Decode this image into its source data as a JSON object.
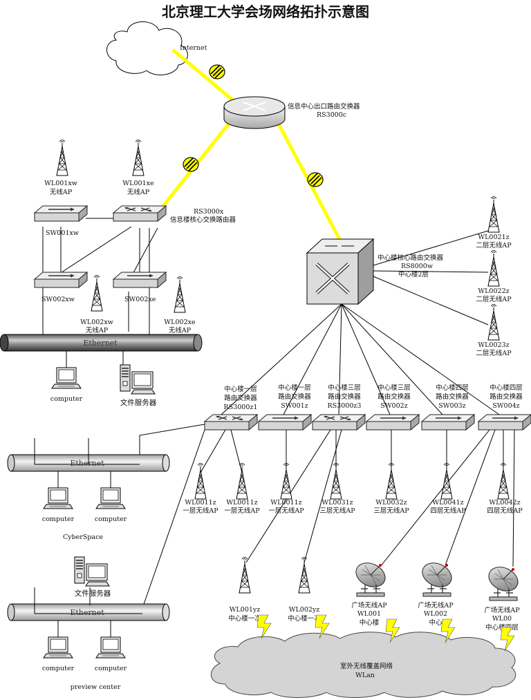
{
  "title": "北京理工大学会场网络拓扑示意图",
  "internet": {
    "label": "Internet"
  },
  "exit_router": {
    "name": "信息中心出口路由交换器",
    "model": "RS3000c"
  },
  "core_router": {
    "model": "RS3000x",
    "name": "信息楼核心交换路由器"
  },
  "center_core": {
    "name": "中心楼核心路由交换器",
    "model": "RS8000w",
    "floor": "中心楼2层"
  },
  "switches": {
    "sw001xw": "SW001xw",
    "sw002xw": "SW002xw",
    "sw002xe": "SW002xe"
  },
  "aps": {
    "wl001xw": {
      "id": "WL001xw",
      "desc": "无线AP"
    },
    "wl001xe": {
      "id": "WL001xe",
      "desc": "无线AP"
    },
    "wl002xw": {
      "id": "WL002xw",
      "desc": "无线AP"
    },
    "wl002xe": {
      "id": "WL002xe",
      "desc": "无线AP"
    },
    "wl0021z": {
      "id": "WL0021z",
      "desc": "二层无线AP"
    },
    "wl0022z": {
      "id": "WL0022z",
      "desc": "二层无线AP"
    },
    "wl0023z": {
      "id": "WL0023z",
      "desc": "二层无线AP"
    }
  },
  "floor_switches": [
    {
      "l1": "中心楼一层",
      "l2": "路由交换器",
      "l3": "RS3000z1"
    },
    {
      "l1": "中心楼一层",
      "l2": "路由交换器",
      "l3": "SW001z"
    },
    {
      "l1": "中心楼三层",
      "l2": "路由交换器",
      "l3": "RS3000z3"
    },
    {
      "l1": "中心楼三层",
      "l2": "路由交换器",
      "l3": "SW002z"
    },
    {
      "l1": "中心楼四层",
      "l2": "路由交换器",
      "l3": "SW003z"
    },
    {
      "l1": "中心楼四层",
      "l2": "路由交换器",
      "l3": "SW004z"
    }
  ],
  "floor_aps": [
    {
      "id": "WL0011z",
      "desc": "一层无线AP"
    },
    {
      "id": "WL0011z",
      "desc": "一层无线AP"
    },
    {
      "id": "WL0011z",
      "desc": "一层无线AP"
    },
    {
      "id": "WL0031z",
      "desc": "三层无线AP"
    },
    {
      "id": "WL0032z",
      "desc": "三层无线AP"
    },
    {
      "id": "WL0041z",
      "desc": "四层无线AP"
    },
    {
      "id": "WL0042z",
      "desc": "四层无线AP"
    }
  ],
  "outdoor_aps": [
    {
      "id": "WL001yz",
      "desc": "中心楼一次"
    },
    {
      "id": "WL002yz",
      "desc": "中心楼一次"
    }
  ],
  "dishes": [
    {
      "l1": "广场无线AP",
      "l2": "WL001",
      "l3": "中心楼"
    },
    {
      "l1": "广场无线AP",
      "l2": "WL002",
      "l3": "中心"
    },
    {
      "l1": "广场无线AP",
      "l2": "WL00",
      "l3": "中心楼四层"
    }
  ],
  "ethernet_label": "Ethernet",
  "computer_label": "computer",
  "file_server_label": "文件服务器",
  "cyberspace_label": "CyberSpace",
  "preview_center_label": "preview center",
  "wlan": {
    "name": "室外无线覆盖网络",
    "sub": "WLan"
  },
  "colors": {
    "link": "#ffff00",
    "line": "#000000",
    "device": "#e6e6e6"
  }
}
